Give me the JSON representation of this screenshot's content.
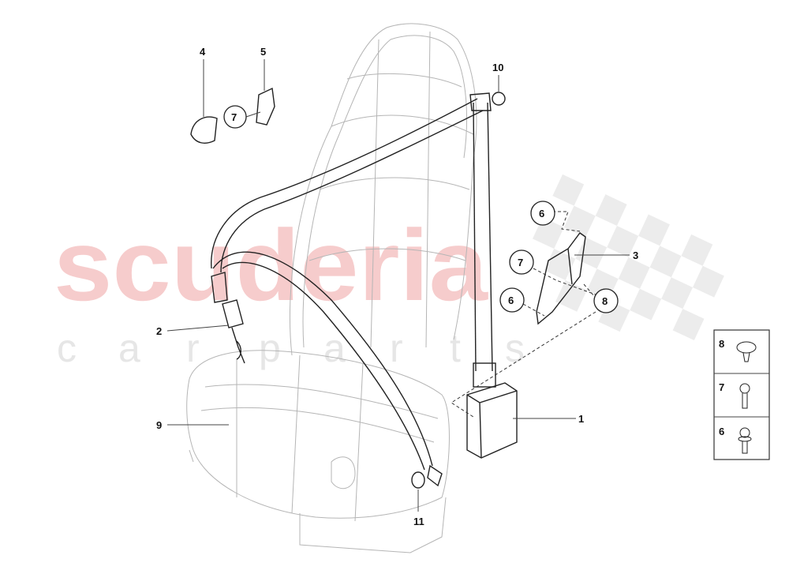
{
  "watermark": {
    "brand": "scuderia",
    "letters": [
      "c",
      "a",
      "r",
      "p",
      "a",
      "r",
      "t",
      "s"
    ]
  },
  "callouts": {
    "c1": "1",
    "c2": "2",
    "c3": "3",
    "c4": "4",
    "c5": "5",
    "c6a": "6",
    "c6b": "6",
    "c7a": "7",
    "c7b": "7",
    "c8": "8",
    "c9": "9",
    "c10": "10",
    "c11": "11"
  },
  "legend": [
    {
      "number": "8",
      "part": "clip-icon"
    },
    {
      "number": "7",
      "part": "bolt-icon"
    },
    {
      "number": "6",
      "part": "flange-bolt-icon"
    }
  ]
}
